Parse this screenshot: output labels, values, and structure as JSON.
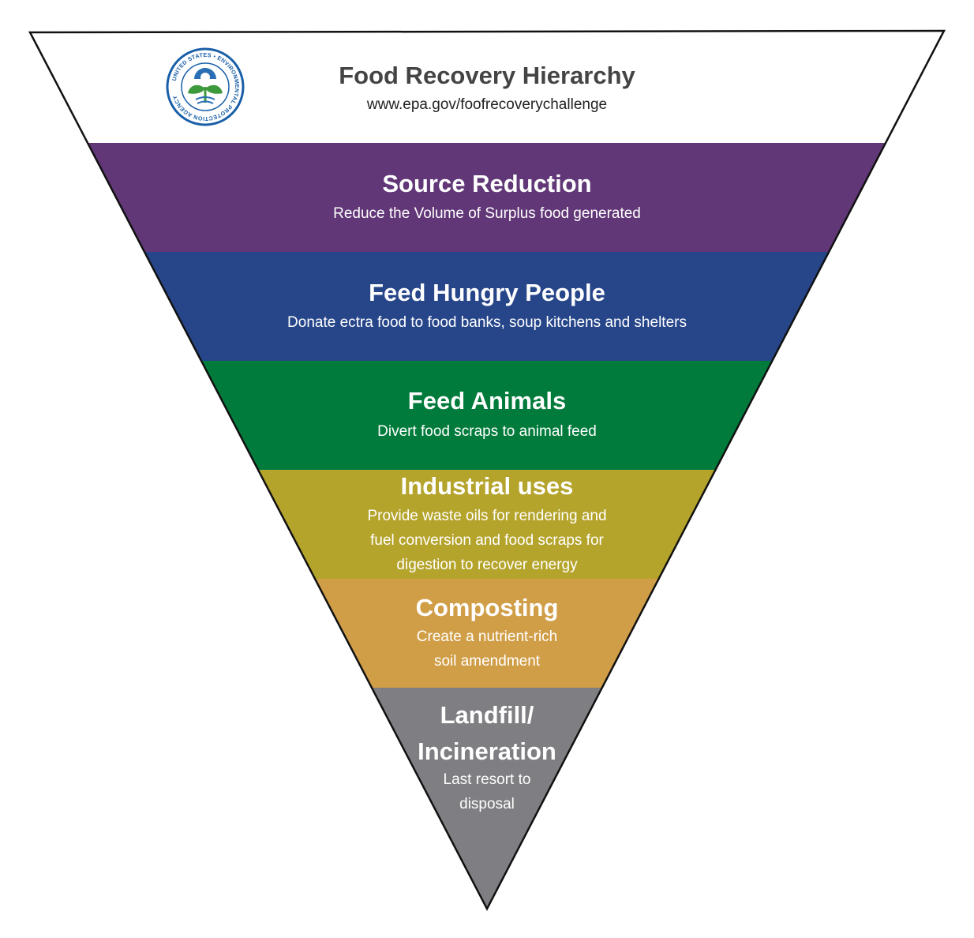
{
  "header": {
    "title": "Food Recovery Hierarchy",
    "url": "www.epa.gov/foofrecoverychallenge",
    "logo": {
      "name": "epa-seal",
      "ring_text": "UNITED STATES ENVIRONMENTAL PROTECTION AGENCY",
      "colors": {
        "ring": "#1a5fa8",
        "sky": "#2a6fb5",
        "leaf": "#3c9a3c"
      }
    }
  },
  "levels": [
    {
      "title": "Source Reduction",
      "description": [
        "Reduce the Volume of Surplus food generated"
      ],
      "color": "#613777"
    },
    {
      "title": "Feed Hungry People",
      "description": [
        "Donate ectra food to food banks, soup kitchens and shelters"
      ],
      "color": "#27468a"
    },
    {
      "title": "Feed Animals",
      "description": [
        "Divert food scraps to animal feed"
      ],
      "color": "#007b3b"
    },
    {
      "title": "Industrial uses",
      "description": [
        "Provide waste oils for rendering and",
        "fuel conversion and food scraps for",
        "digestion to recover energy"
      ],
      "color": "#b5a42c"
    },
    {
      "title": "Composting",
      "description": [
        "Create a nutrient-rich",
        "soil amendment"
      ],
      "color": "#d19e48"
    },
    {
      "title": "Landfill/ Incineration",
      "title_lines": [
        "Landfill/",
        "Incineration"
      ],
      "description": [
        "Last resort to",
        "disposal"
      ],
      "color": "#7f7e82"
    }
  ]
}
